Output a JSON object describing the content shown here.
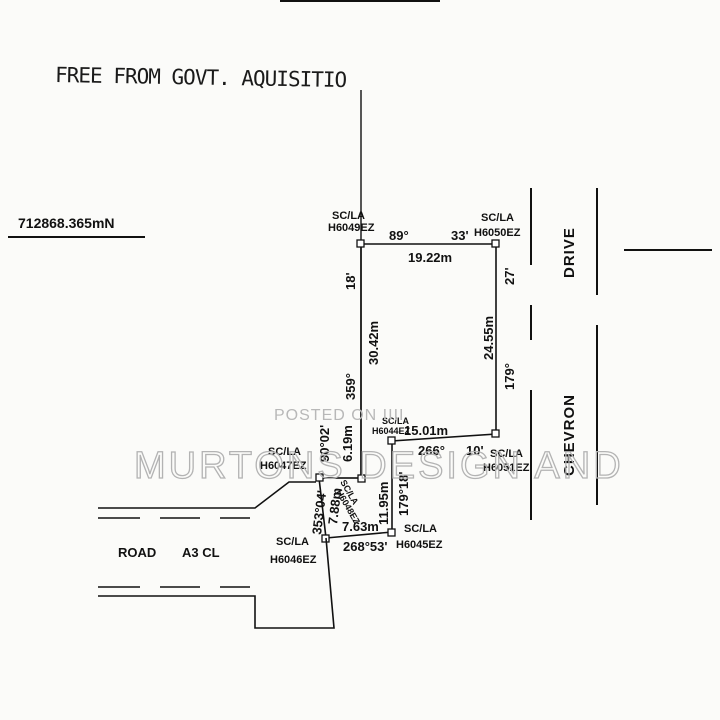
{
  "header": {
    "note": "FREE FROM GOVT. AQUISITIO"
  },
  "coordinate": "712868.365mN",
  "stations": [
    {
      "code": "SC/LA",
      "id": "H6049EZ"
    },
    {
      "code": "SC/LA",
      "id": "H6050EZ"
    },
    {
      "code": "SC/LA",
      "id": "H6051EZ"
    },
    {
      "code": "SC/LA",
      "id": "H6044EZ"
    },
    {
      "code": "SC/LA",
      "id": "H6047EZ"
    },
    {
      "code": "SC/LA",
      "id": "H6045EZ"
    },
    {
      "code": "SC/LA",
      "id": "H6046EZ"
    },
    {
      "code": "SC/LA",
      "id": "H6048EZ"
    }
  ],
  "bearings": {
    "top_deg": "89°",
    "top_min": "33'",
    "right_deg": "179°",
    "right_min": "27'",
    "left_deg": "359°",
    "left_min": "18'",
    "mid_deg": "266°",
    "mid_min": "10'",
    "inner_right": "179°18'",
    "inner_left": "90°02'",
    "bottom": "268°53'",
    "diag": "353°04'"
  },
  "distances": {
    "top": "19.22m",
    "right": "24.55m",
    "left": "30.42m",
    "mid": "15.01m",
    "inner_left": "6.19m",
    "inner_right": "11.95m",
    "bottom": "7.63m",
    "diag": "7.88m"
  },
  "streets": {
    "east": "CHEVRON",
    "east2": "DRIVE",
    "west": "ROAD",
    "west_code": "A3 CL"
  },
  "watermark": {
    "line1": "POSTED ON IIII",
    "line2": "MURTONS DESIGN AND"
  }
}
